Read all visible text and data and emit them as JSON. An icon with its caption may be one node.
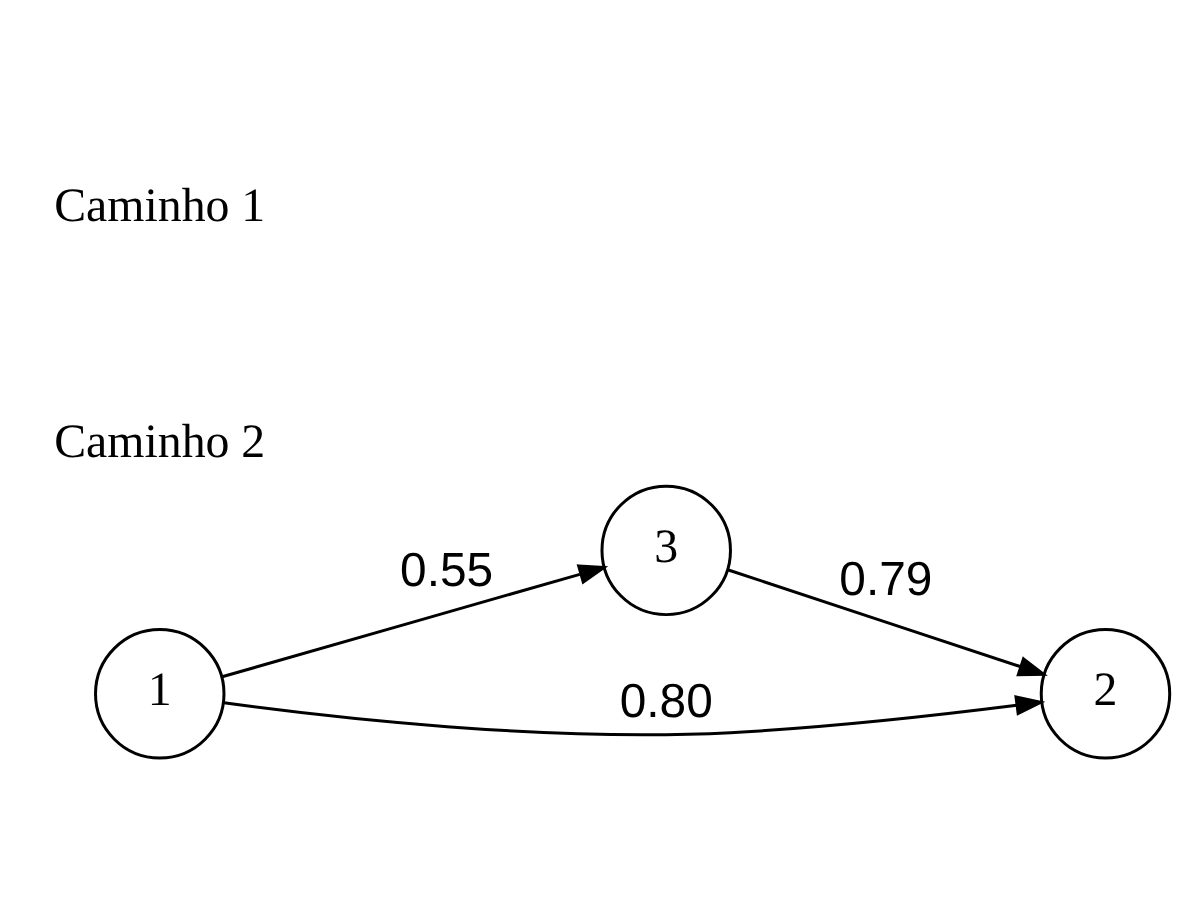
{
  "diagram": {
    "nodes": [
      {
        "text": [
          "3"
        ]
      },
      {
        "text": [
          "1"
        ]
      },
      {
        "text": [
          "2"
        ]
      }
    ],
    "edges": [
      {
        "from": 1,
        "to": 0,
        "arrow": "to",
        "label": "0.55"
      },
      {
        "from": 0,
        "to": 2,
        "arrow": "to",
        "label": "0.79"
      },
      {
        "from": 1,
        "to": 2,
        "arrow": "to",
        "label": "0.80"
      }
    ],
    "labels": [
      "Caminho 2",
      "Caminho 1"
    ]
  }
}
